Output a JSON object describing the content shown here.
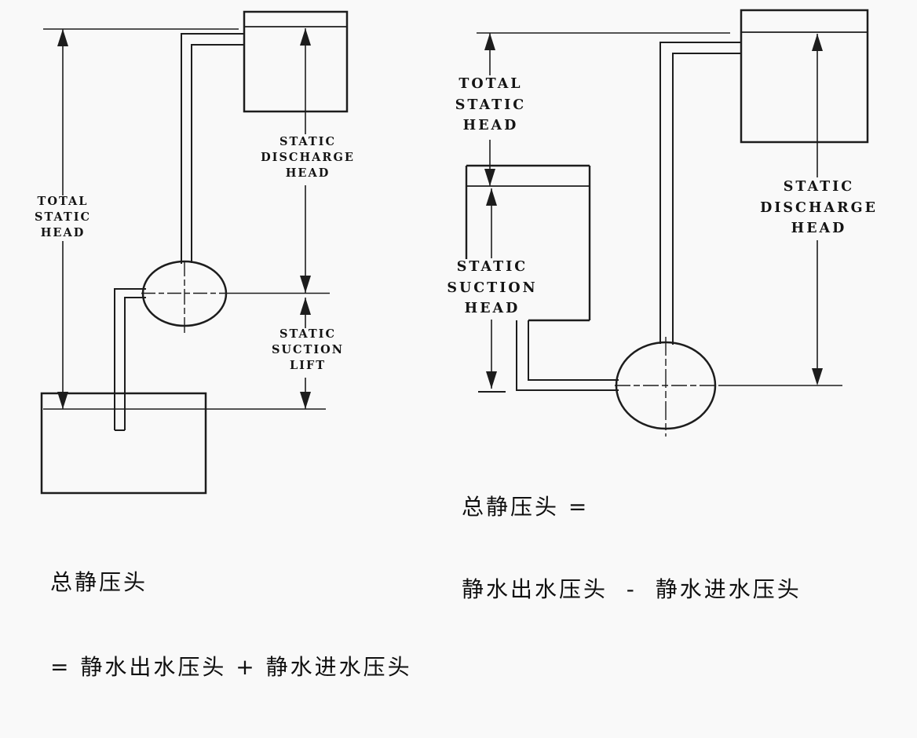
{
  "colors": {
    "line": "#1d1d1d",
    "text": "#141414",
    "background": "#f9f9f9"
  },
  "left_diagram": {
    "labels": {
      "total_static_head": [
        "TOTAL",
        "STATIC",
        "HEAD"
      ],
      "static_discharge_head": [
        "STATIC",
        "DISCHARGE",
        "HEAD"
      ],
      "static_suction_lift": [
        "STATIC",
        "SUCTION",
        "LIFT"
      ]
    },
    "caption": {
      "line1": "总静压头",
      "line2": "= 静水出水压头 + 静水进水压头"
    }
  },
  "right_diagram": {
    "labels": {
      "total_static_head": [
        "TOTAL",
        "STATIC",
        "HEAD"
      ],
      "static_suction_head": [
        "STATIC",
        "SUCTION",
        "HEAD"
      ],
      "static_discharge_head": [
        "STATIC",
        "DISCHARGE",
        "HEAD"
      ]
    },
    "caption": {
      "line1": "总静压头 =",
      "line2": "静水出水压头  -  静水进水压头"
    }
  }
}
